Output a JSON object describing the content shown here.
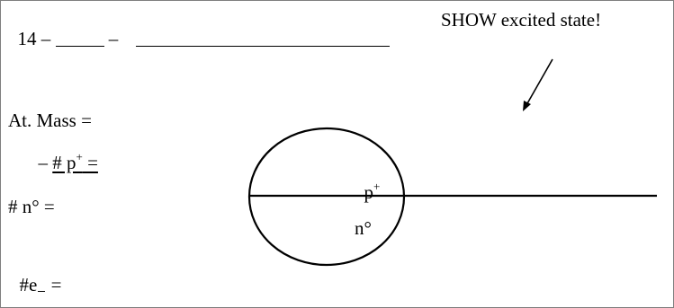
{
  "header": {
    "prefix": "14 – ",
    "dash": " – ",
    "instruction": "SHOW excited state!"
  },
  "labels": {
    "atomic_mass": "At. Mass =",
    "protons_prefix": "– ",
    "protons_label": "# p",
    "protons_sup": "+",
    "protons_eq": " =",
    "neutrons": "# n° =",
    "electrons_label": "#e",
    "electrons_sup": "–",
    "electrons_eq": " ="
  },
  "nucleus": {
    "top_label": "p",
    "top_sup": "+",
    "bottom_label": "n°"
  },
  "colors": {
    "ink": "#000000",
    "border": "#7f7f7f"
  }
}
